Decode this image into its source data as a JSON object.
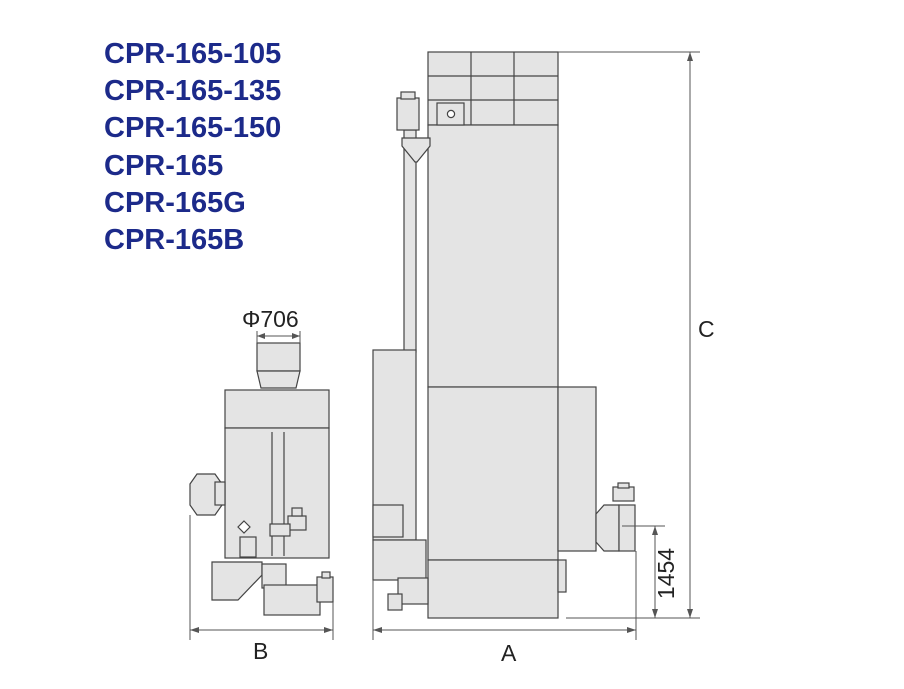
{
  "models": [
    "CPR-165-105",
    "CPR-165-135",
    "CPR-165-150",
    "CPR-165",
    "CPR-165G",
    "CPR-165B"
  ],
  "dimensions": {
    "phi": "Φ706",
    "a": "A",
    "b": "B",
    "c": "C",
    "height": "1454"
  },
  "colors": {
    "model_text": "#1c2a8a",
    "panel_fill": "#e4e4e4",
    "outline": "#444444",
    "dim_line": "#555555"
  }
}
